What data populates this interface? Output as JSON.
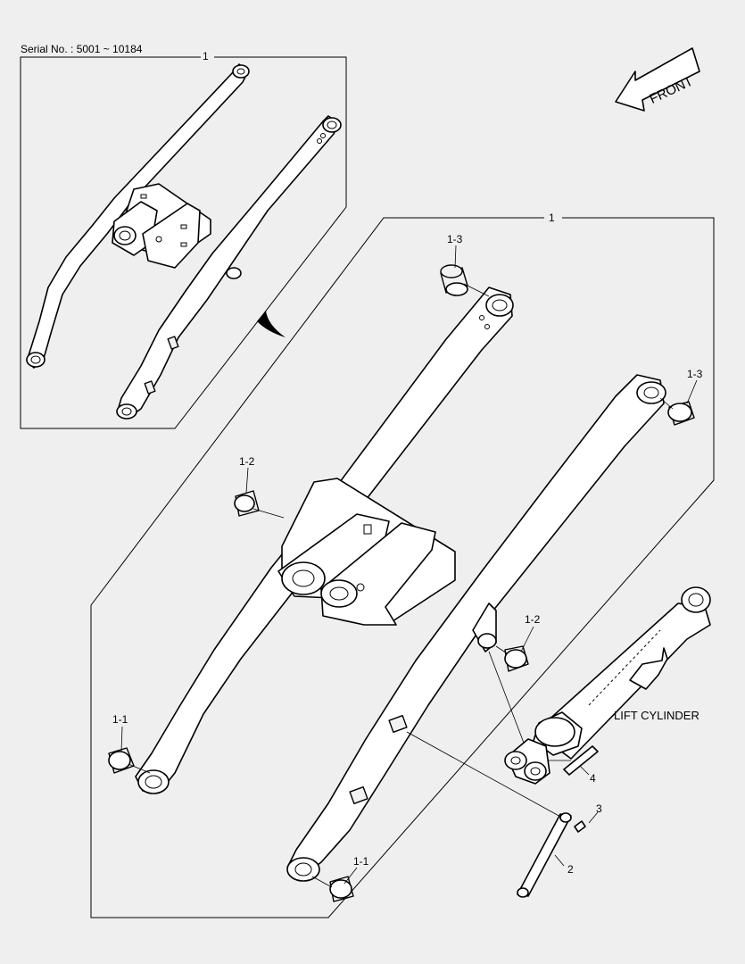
{
  "header": {
    "serial_text": "Serial No. : 5001 ~ 10184"
  },
  "front_arrow": {
    "label": "FRONT"
  },
  "callouts": {
    "inset_assembly": "1",
    "main_assembly": "1",
    "bushing_top_left": "1-3",
    "bushing_top_right": "1-3",
    "bushing_mid_left": "1-2",
    "bushing_mid_right": "1-2",
    "bushing_bottom_left": "1-1",
    "bushing_bottom_right": "1-1",
    "pin_link": "2",
    "bolt": "3",
    "pin": "4"
  },
  "cylinder_label": "LIFT CYLINDER",
  "colors": {
    "background": "#efefef",
    "line": "#000000",
    "part_fill": "#ffffff"
  }
}
